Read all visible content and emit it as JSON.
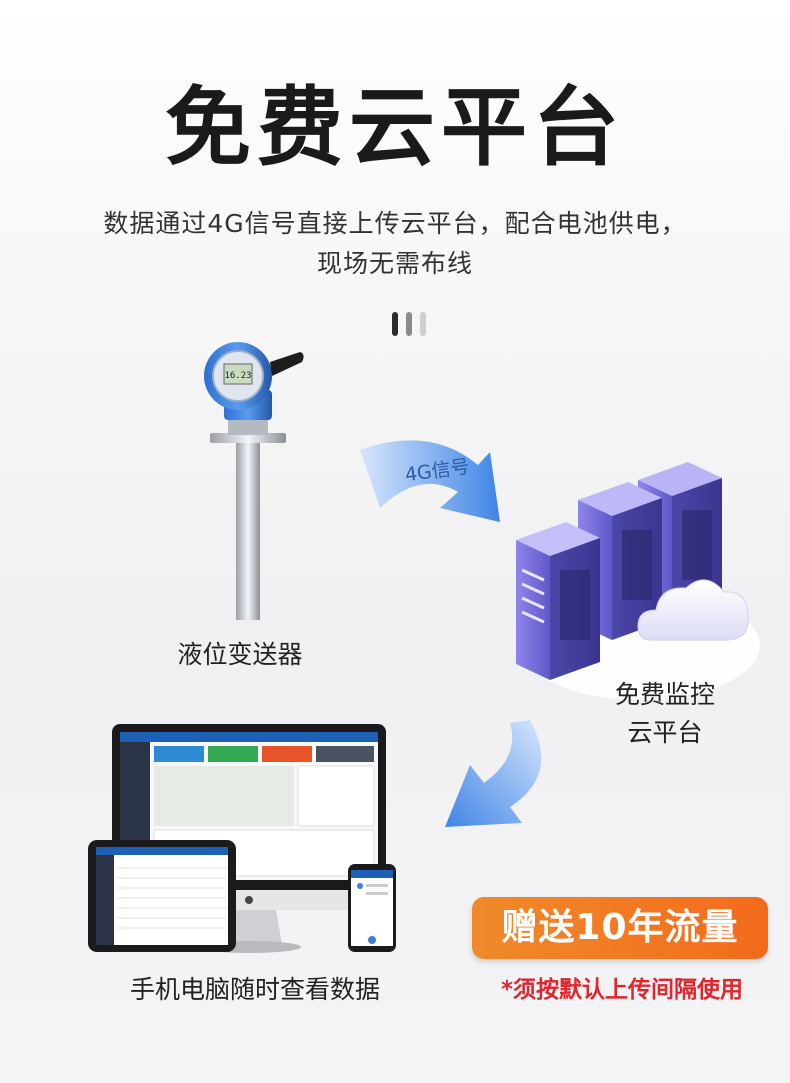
{
  "title": "免费云平台",
  "subtitle_line1": "数据通过4G信号直接上传云平台，配合电池供电，",
  "subtitle_line2": "现场无需布线",
  "divider_colors": [
    "#2b2b2b",
    "#8a8a8a",
    "#cfcfcf"
  ],
  "sensor": {
    "label": "液位变送器",
    "display_value": "16.23"
  },
  "signal": {
    "label": "4G信号"
  },
  "cloud": {
    "label_line1": "免费监控",
    "label_line2": "云平台"
  },
  "devices": {
    "label": "手机电脑随时查看数据"
  },
  "promo": {
    "badge": "赠送10年流量",
    "note": "*须按默认上传间隔使用"
  },
  "colors": {
    "accent_blue": "#3b7de0",
    "badge_orange": "#f27a22",
    "note_red": "#e0252b",
    "server_purple": "#6f6ad6"
  }
}
